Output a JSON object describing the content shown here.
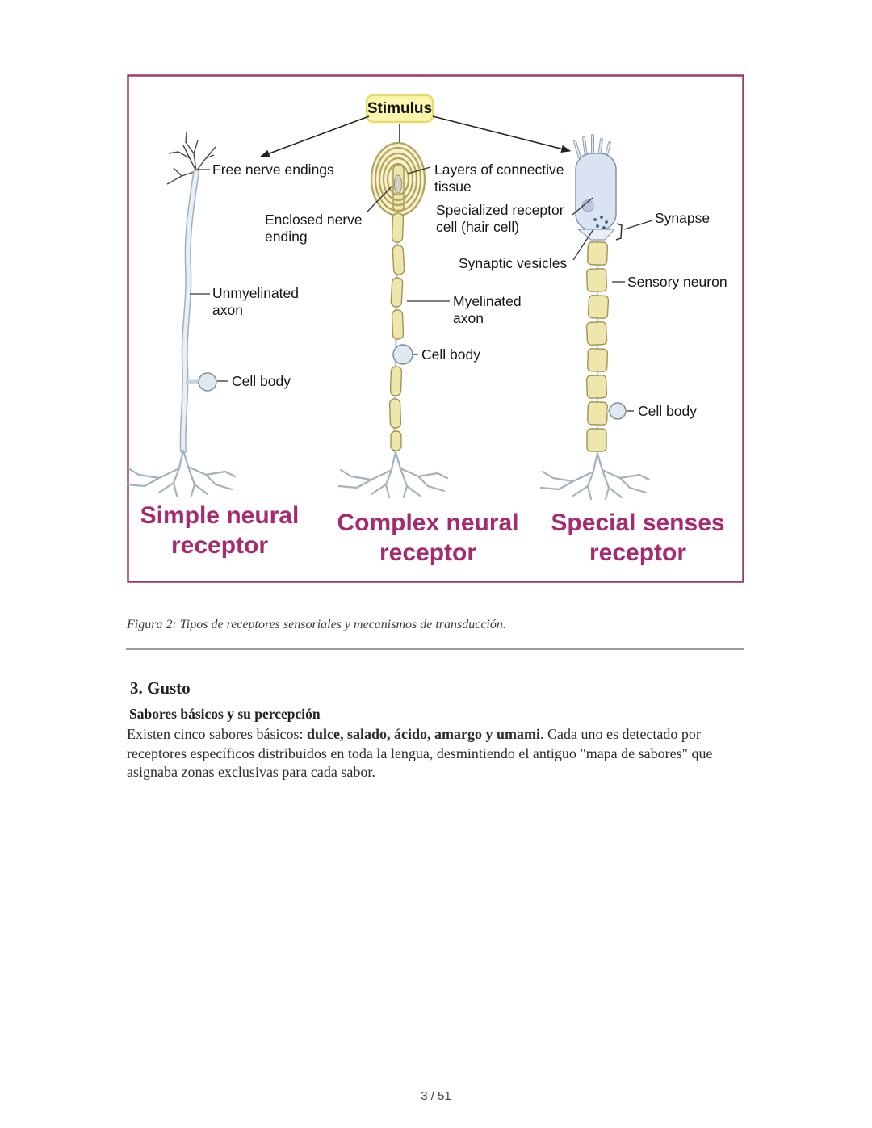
{
  "page": {
    "number": "3 / 51"
  },
  "figure": {
    "caption": "Figura 2: Tipos de receptores sensoriales y mecanismos de transducción.",
    "stimulus": "Stimulus",
    "labels": {
      "free_nerve_endings": "Free nerve endings",
      "enclosed_line1": "Enclosed nerve",
      "enclosed_line2": "ending",
      "layers_line1": "Layers of connective",
      "layers_line2": "tissue",
      "specialized_line1": "Specialized receptor",
      "specialized_line2": "cell (hair cell)",
      "synapse": "Synapse",
      "synaptic_vesicles": "Synaptic vesicles",
      "unmyelinated_line1": "Unmyelinated",
      "unmyelinated_line2": "axon",
      "myelinated_line1": "Myelinated",
      "myelinated_line2": "axon",
      "sensory_neuron": "Sensory neuron",
      "cell_body_left": "Cell body",
      "cell_body_mid": "Cell body",
      "cell_body_right": "Cell body"
    },
    "receptor_titles": {
      "simple_line1": "Simple neural",
      "simple_line2": "receptor",
      "complex_line1": "Complex neural",
      "complex_line2": "receptor",
      "special_line1": "Special senses",
      "special_line2": "receptor"
    },
    "colors": {
      "fig_border": "#9c3a68",
      "title_color": "#a62a6e",
      "stimulus_bg": "#fbf6ae",
      "stimulus_border": "#e8d96d",
      "myelin_fill": "#efe6ab",
      "myelin_stroke": "#a29355",
      "axon_outline": "#9fb0bc",
      "axon_fill": "#e8f0f6",
      "cell_fill": "#dfe9f0",
      "cell_stroke": "#7f8d99",
      "haircell_fill": "#d9e3f2",
      "haircell_stroke": "#8494ab",
      "label_color": "#151515",
      "hr_color": "#9b9b9b"
    }
  },
  "content": {
    "heading": "3. Gusto",
    "subheading": "Sabores básicos y su percepción",
    "paragraph": {
      "lead": "Existen cinco sabores básicos: ",
      "bold": "dulce, salado, ácido, amargo y umami",
      "rest": ". Cada uno es detectado por receptores específicos distribuidos en toda la lengua, desmintiendo el antiguo \"mapa de sabores\" que asignaba zonas exclusivas para cada sabor."
    }
  }
}
